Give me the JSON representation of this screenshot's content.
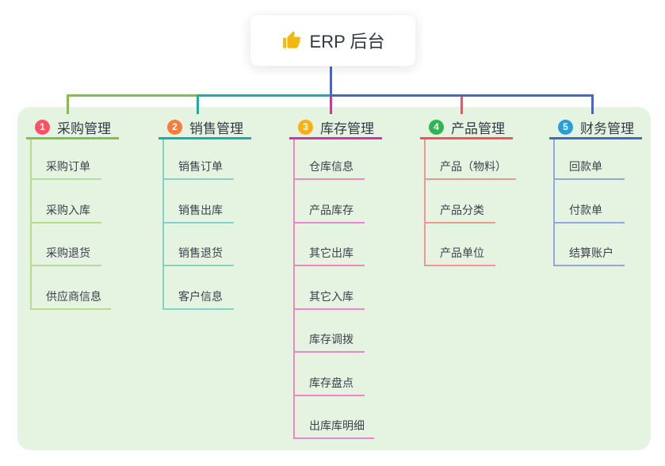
{
  "root": {
    "label": "ERP 后台",
    "icon": "thumbs-up",
    "icon_color": "#f2b90d"
  },
  "panel_color": "#e5f4e1",
  "branches": [
    {
      "num": "1",
      "title": "采购管理",
      "colors": {
        "badge": "#fb5263",
        "line": "#84c043",
        "light": "#b5da90"
      },
      "children": [
        "采购订单",
        "采购入库",
        "采购退货",
        "供应商信息"
      ]
    },
    {
      "num": "2",
      "title": "销售管理",
      "colors": {
        "badge": "#f97b3d",
        "line": "#12b3a1",
        "light": "#82d2c9"
      },
      "children": [
        "销售订单",
        "销售出库",
        "销售退货",
        "客户信息"
      ]
    },
    {
      "num": "3",
      "title": "库存管理",
      "colors": {
        "badge": "#f8b014",
        "line": "#cf379e",
        "light": "#ec86c6"
      },
      "children": [
        "仓库信息",
        "产品库存",
        "其它出库",
        "其它入库",
        "库存调拨",
        "库存盘点",
        "出库库明细"
      ]
    },
    {
      "num": "4",
      "title": "产品管理",
      "colors": {
        "badge": "#2fb553",
        "line": "#f8515e",
        "light": "#f29693"
      },
      "children": [
        "产品（物料）",
        "产品分类",
        "产品单位"
      ]
    },
    {
      "num": "5",
      "title": "财务管理",
      "colors": {
        "badge": "#27a0d8",
        "line": "#4a64cf",
        "light": "#93a7de"
      },
      "children": [
        "回款单",
        "付款单",
        "结算账户"
      ]
    }
  ]
}
